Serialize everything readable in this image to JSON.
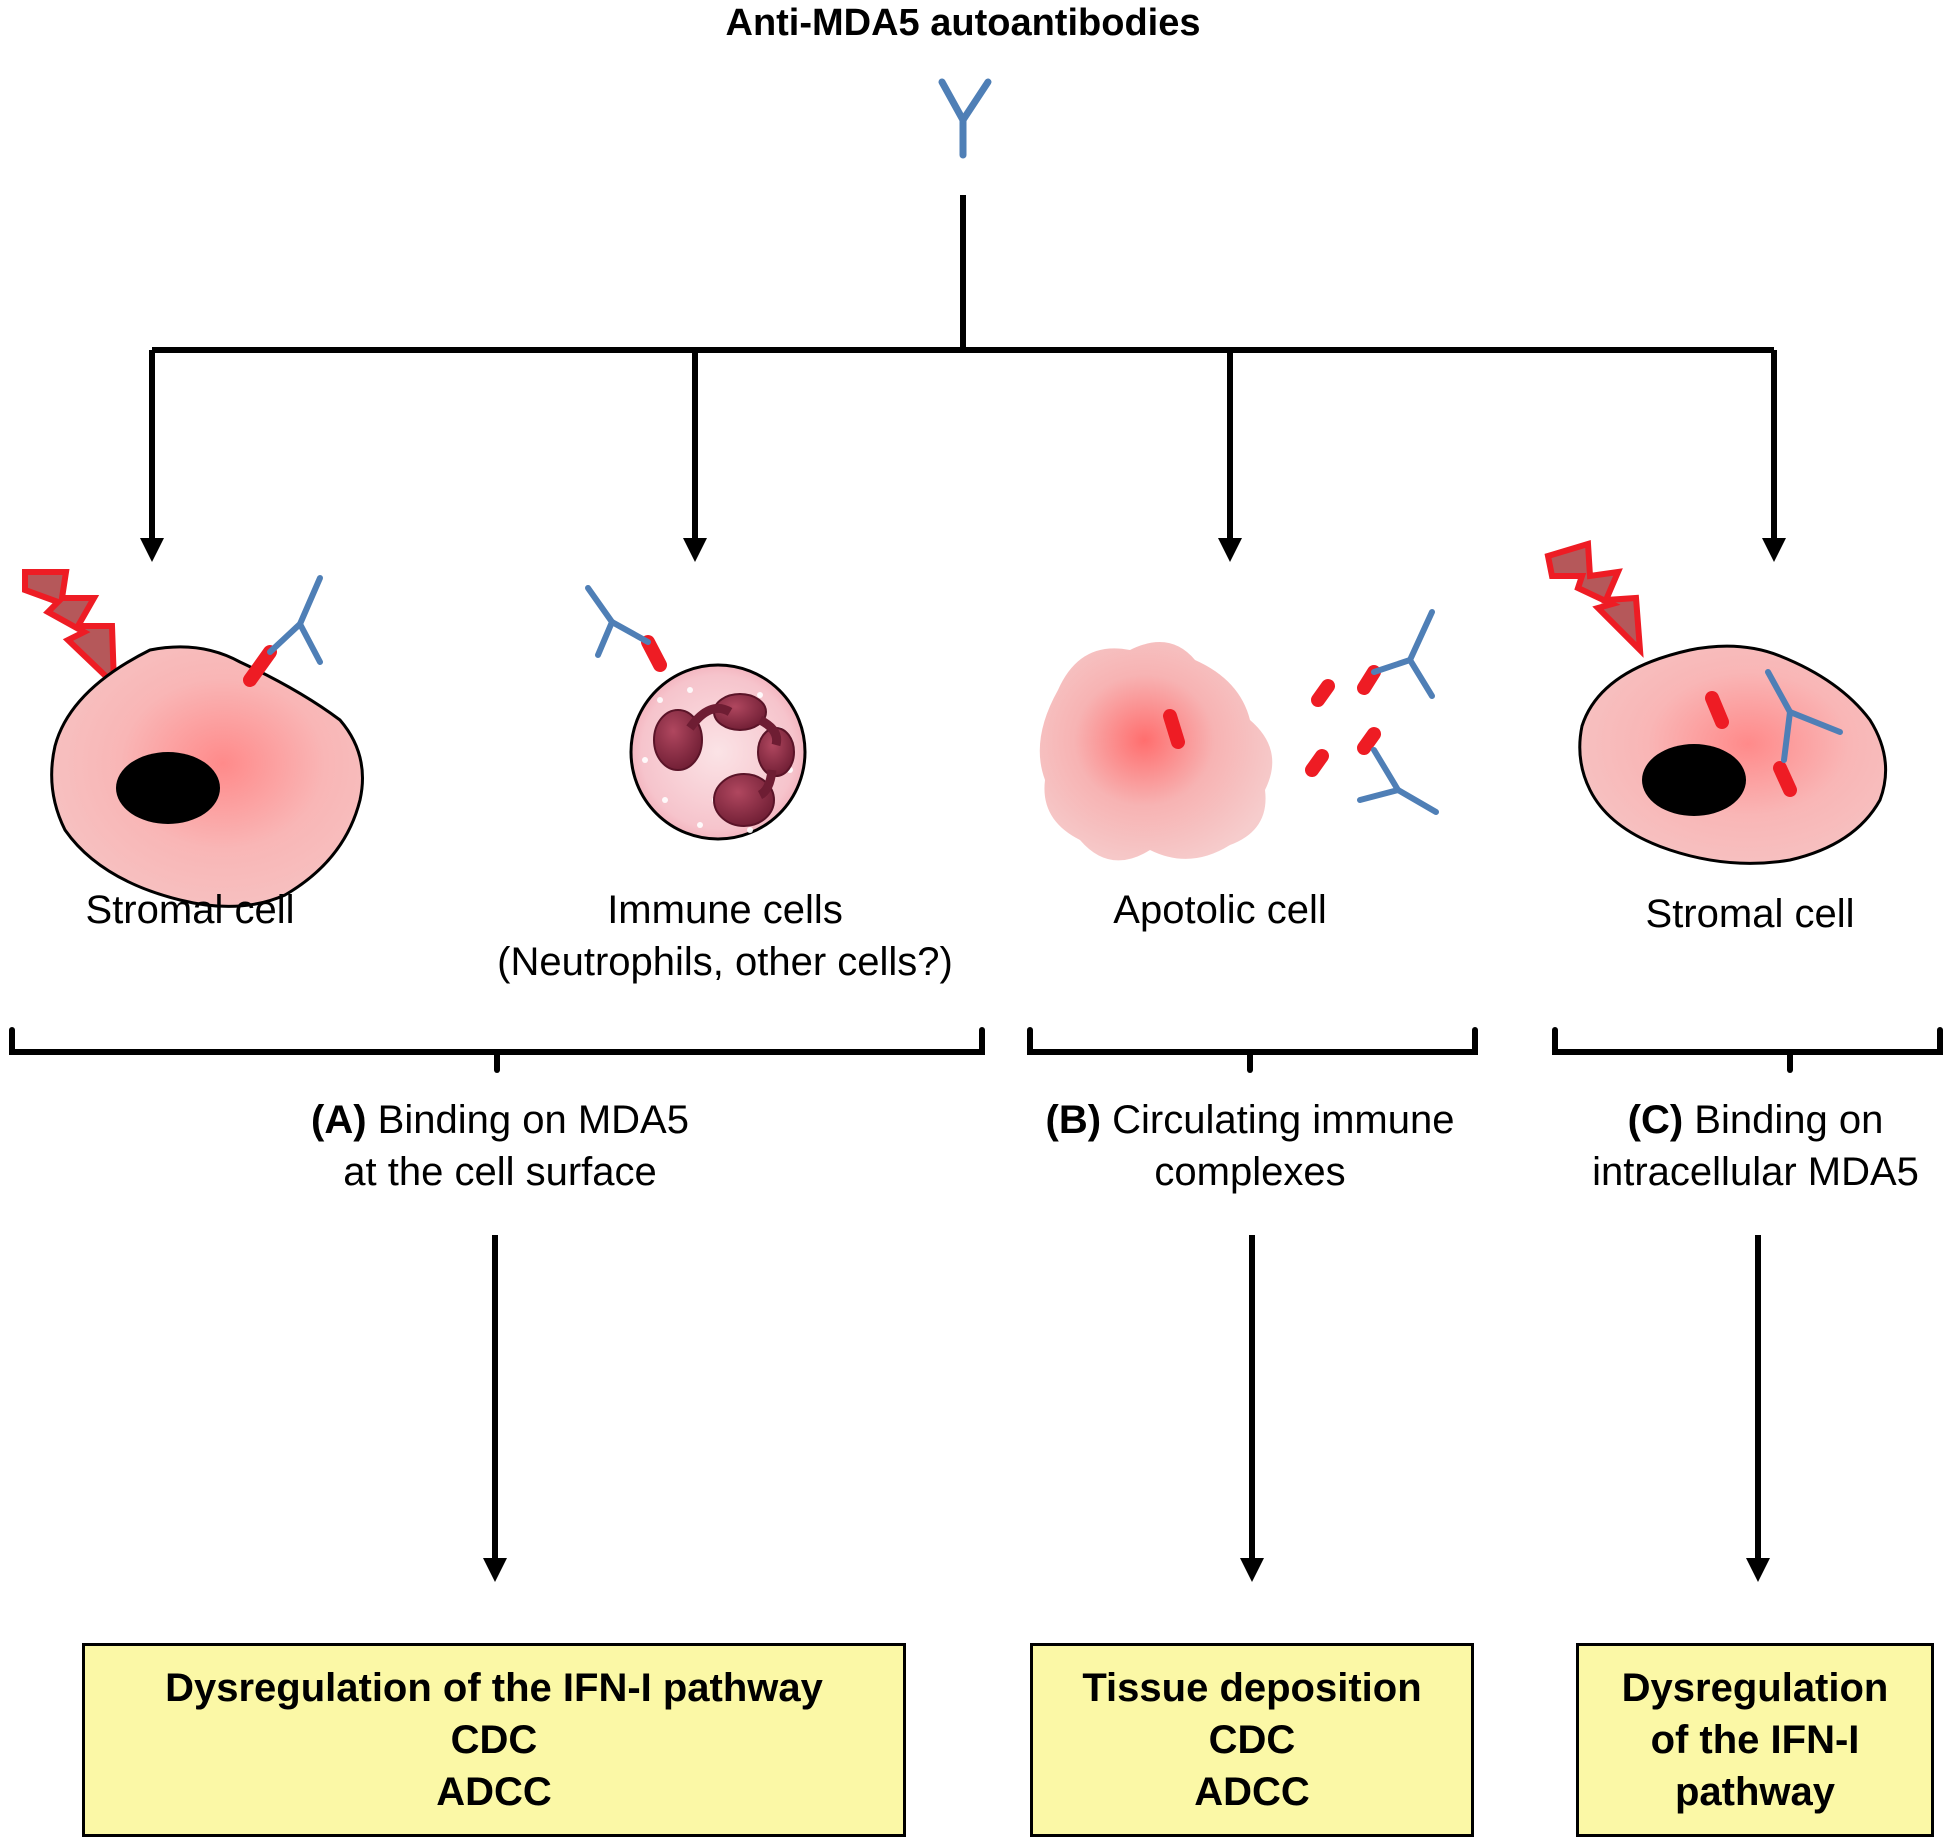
{
  "title": "Anti-MDA5 autoantibodies",
  "cells": [
    {
      "label": "Stromal cell"
    },
    {
      "label_line1": "Immune cells",
      "label_line2": "(Neutrophils, other cells?)"
    },
    {
      "label": "Apotolic cell"
    },
    {
      "label": "Stromal cell"
    }
  ],
  "groups": [
    {
      "letter": "(A)",
      "line1_rest": " Binding on MDA5",
      "line2": "at the cell surface"
    },
    {
      "letter": "(B)",
      "line1_rest": " Circulating immune",
      "line2": "complexes"
    },
    {
      "letter": "(C)",
      "line1_rest": " Binding on",
      "line2": "intracellular MDA5"
    }
  ],
  "outcomes": [
    {
      "lines": [
        "Dysregulation of the IFN-I pathway",
        "CDC",
        "ADCC"
      ]
    },
    {
      "lines": [
        "Tissue deposition",
        "CDC",
        "ADCC"
      ]
    },
    {
      "lines": [
        "Dysregulation",
        "of the IFN-I",
        "pathway"
      ]
    }
  ],
  "colors": {
    "antibody": "#4f7fb6",
    "antigen": "#ee1c24",
    "cell_fill": "#f7b9b9",
    "nucleus": "#000000",
    "outcome_box": "#fbf8a6",
    "lightning": "#b5585a"
  }
}
